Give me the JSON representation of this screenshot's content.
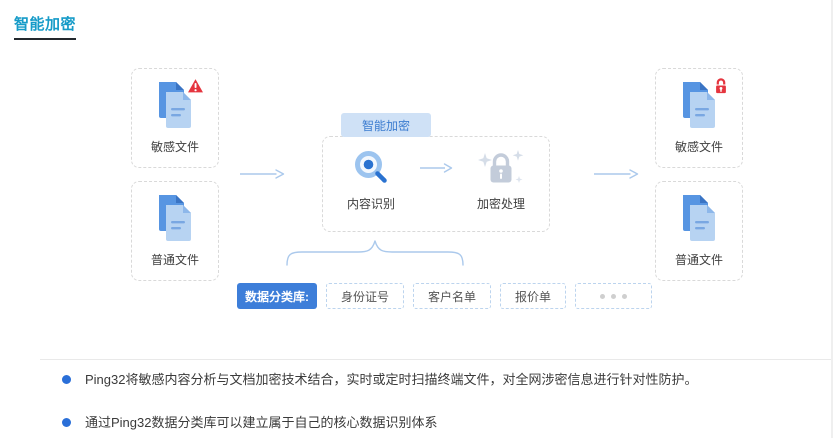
{
  "title": "智能加密",
  "flow": {
    "inputs": [
      {
        "label": "敏感文件",
        "icon": "document-warning-icon"
      },
      {
        "label": "普通文件",
        "icon": "document-icon"
      }
    ],
    "process": {
      "tab": "智能加密",
      "steps": [
        {
          "label": "内容识别",
          "icon": "magnifier-icon"
        },
        {
          "label": "加密处理",
          "icon": "lock-sparkles-icon"
        }
      ]
    },
    "outputs": [
      {
        "label": "敏感文件",
        "icon": "document-lock-icon"
      },
      {
        "label": "普通文件",
        "icon": "document-icon"
      }
    ],
    "library": {
      "label": "数据分类库:",
      "tags": [
        "身份证号",
        "客户名单",
        "报价单"
      ],
      "more_indicator": "•••"
    }
  },
  "notes": [
    "Ping32将敏感内容分析与文档加密技术结合，实时或定时扫描终端文件，对全网涉密信息进行针对性防护。",
    "通过Ping32数据分类库可以建立属于自己的核心数据识别体系"
  ],
  "icons": {
    "warning_badge": "⚠",
    "lock_badge": "🔒",
    "magnifier": "🔍",
    "lock_sparkles": "🔒✦",
    "ellipsis": "•••",
    "arrow": "→",
    "brace": "⏞"
  },
  "colors": {
    "title": "#169bc8",
    "title_underline": "#23282d",
    "accent_blue": "#3d7ed9",
    "chip_border": "#bcd4ee",
    "tab_bg": "#cfe1f6",
    "tab_text": "#3b7cd0",
    "arrow": "#abc9ec",
    "badge_red": "#e5353f",
    "doc_blue": "#5795e2",
    "doc_light": "#b7d3f2",
    "lock_gray": "#c3ccda",
    "bullet_blue": "#2a6fd8"
  }
}
